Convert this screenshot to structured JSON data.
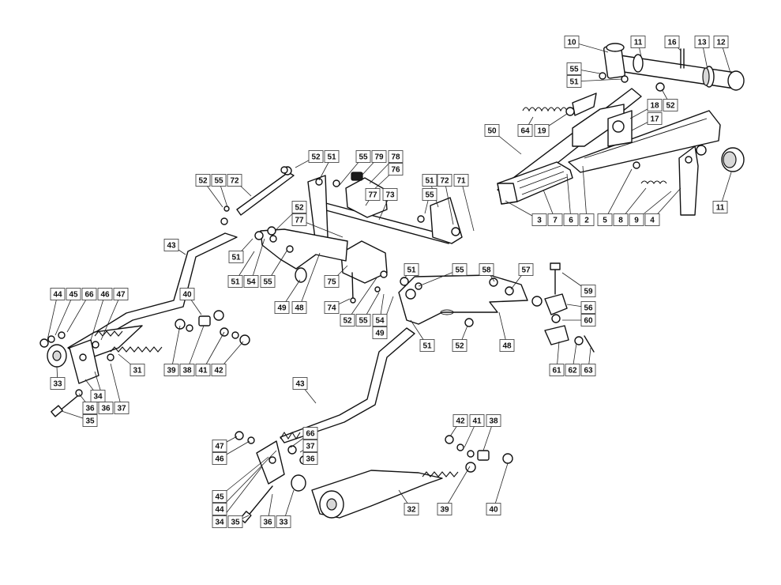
{
  "diagram": {
    "callouts": [
      {
        "id": "c10",
        "label": "10"
      },
      {
        "id": "c11a",
        "label": "11"
      },
      {
        "id": "c16",
        "label": "16"
      },
      {
        "id": "c13",
        "label": "13"
      },
      {
        "id": "c12",
        "label": "12"
      },
      {
        "id": "c55a",
        "label": "55"
      },
      {
        "id": "c51a",
        "label": "51"
      },
      {
        "id": "c52a",
        "label": "52"
      },
      {
        "id": "c18",
        "label": "18"
      },
      {
        "id": "c17",
        "label": "17"
      },
      {
        "id": "c64",
        "label": "64"
      },
      {
        "id": "c19",
        "label": "19"
      },
      {
        "id": "c50",
        "label": "50"
      },
      {
        "id": "c11b",
        "label": "11"
      },
      {
        "id": "c3",
        "label": "3"
      },
      {
        "id": "c7",
        "label": "7"
      },
      {
        "id": "c6",
        "label": "6"
      },
      {
        "id": "c2",
        "label": "2"
      },
      {
        "id": "c5",
        "label": "5"
      },
      {
        "id": "c8",
        "label": "8"
      },
      {
        "id": "c9",
        "label": "9"
      },
      {
        "id": "c4",
        "label": "4"
      },
      {
        "id": "c52b",
        "label": "52"
      },
      {
        "id": "c51b",
        "label": "51"
      },
      {
        "id": "c55b",
        "label": "55"
      },
      {
        "id": "c79",
        "label": "79"
      },
      {
        "id": "c78",
        "label": "78"
      },
      {
        "id": "c76",
        "label": "76"
      },
      {
        "id": "c52c",
        "label": "52"
      },
      {
        "id": "c55c",
        "label": "55"
      },
      {
        "id": "c72a",
        "label": "72"
      },
      {
        "id": "c77a",
        "label": "77"
      },
      {
        "id": "c73",
        "label": "73"
      },
      {
        "id": "c51c",
        "label": "51"
      },
      {
        "id": "c72b",
        "label": "72"
      },
      {
        "id": "c71",
        "label": "71"
      },
      {
        "id": "c55d",
        "label": "55"
      },
      {
        "id": "c52d",
        "label": "52"
      },
      {
        "id": "c77b",
        "label": "77"
      },
      {
        "id": "c43a",
        "label": "43"
      },
      {
        "id": "c51d",
        "label": "51"
      },
      {
        "id": "c51e",
        "label": "51"
      },
      {
        "id": "c54a",
        "label": "54"
      },
      {
        "id": "c55e",
        "label": "55"
      },
      {
        "id": "c75",
        "label": "75"
      },
      {
        "id": "c49a",
        "label": "49"
      },
      {
        "id": "c48a",
        "label": "48"
      },
      {
        "id": "c74",
        "label": "74"
      },
      {
        "id": "c51f",
        "label": "51"
      },
      {
        "id": "c55f",
        "label": "55"
      },
      {
        "id": "c52e",
        "label": "52"
      },
      {
        "id": "c55g",
        "label": "55"
      },
      {
        "id": "c54b",
        "label": "54"
      },
      {
        "id": "c49b",
        "label": "49"
      },
      {
        "id": "c51g",
        "label": "51"
      },
      {
        "id": "c52f",
        "label": "52"
      },
      {
        "id": "c48b",
        "label": "48"
      },
      {
        "id": "c58",
        "label": "58"
      },
      {
        "id": "c57",
        "label": "57"
      },
      {
        "id": "c59",
        "label": "59"
      },
      {
        "id": "c56",
        "label": "56"
      },
      {
        "id": "c60",
        "label": "60"
      },
      {
        "id": "c61",
        "label": "61"
      },
      {
        "id": "c62",
        "label": "62"
      },
      {
        "id": "c63",
        "label": "63"
      },
      {
        "id": "c44a",
        "label": "44"
      },
      {
        "id": "c45a",
        "label": "45"
      },
      {
        "id": "c66a",
        "label": "66"
      },
      {
        "id": "c46a",
        "label": "46"
      },
      {
        "id": "c47a",
        "label": "47"
      },
      {
        "id": "c40a",
        "label": "40"
      },
      {
        "id": "c39a",
        "label": "39"
      },
      {
        "id": "c38a",
        "label": "38"
      },
      {
        "id": "c41a",
        "label": "41"
      },
      {
        "id": "c42a",
        "label": "42"
      },
      {
        "id": "c31",
        "label": "31"
      },
      {
        "id": "c33a",
        "label": "33"
      },
      {
        "id": "c34a",
        "label": "34"
      },
      {
        "id": "c36a",
        "label": "36"
      },
      {
        "id": "c36b",
        "label": "36"
      },
      {
        "id": "c37a",
        "label": "37"
      },
      {
        "id": "c35a",
        "label": "35"
      },
      {
        "id": "c43b",
        "label": "43"
      },
      {
        "id": "c47b",
        "label": "47"
      },
      {
        "id": "c46b",
        "label": "46"
      },
      {
        "id": "c66b",
        "label": "66"
      },
      {
        "id": "c37b",
        "label": "37"
      },
      {
        "id": "c36c",
        "label": "36"
      },
      {
        "id": "c42b",
        "label": "42"
      },
      {
        "id": "c41b",
        "label": "41"
      },
      {
        "id": "c38b",
        "label": "38"
      },
      {
        "id": "c45b",
        "label": "45"
      },
      {
        "id": "c44b",
        "label": "44"
      },
      {
        "id": "c34b",
        "label": "34"
      },
      {
        "id": "c35b",
        "label": "35"
      },
      {
        "id": "c36d",
        "label": "36"
      },
      {
        "id": "c33b",
        "label": "33"
      },
      {
        "id": "c32",
        "label": "32"
      },
      {
        "id": "c39b",
        "label": "39"
      },
      {
        "id": "c40b",
        "label": "40"
      }
    ]
  }
}
